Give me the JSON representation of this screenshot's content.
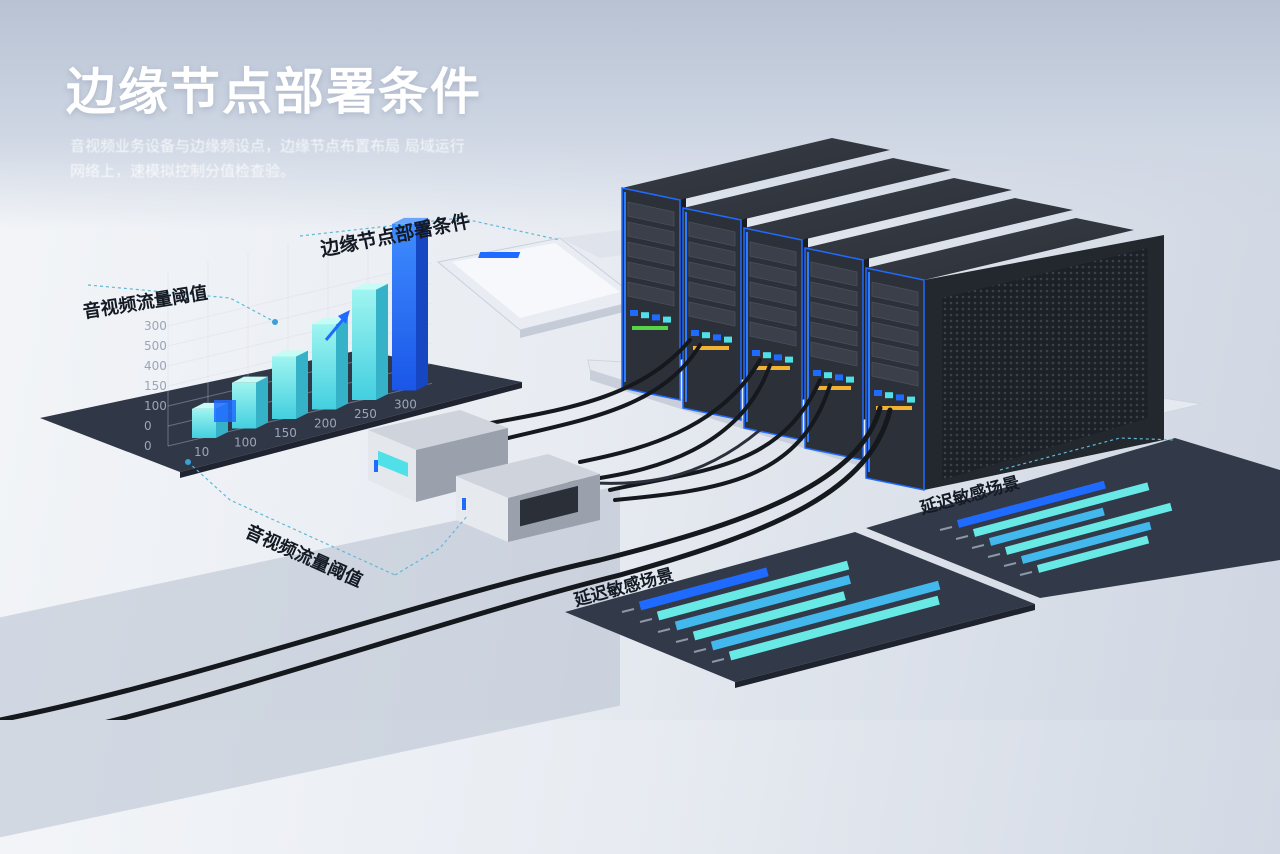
{
  "page": {
    "title": "边缘节点部署条件",
    "subtitle": "音视频业务设备与边缘频设点，边缘节点布置布局 局域运行网络上，速模拟控制分值检查验。"
  },
  "labels": {
    "deploy_condition": "边缘节点部署条件",
    "av_threshold_top": "音视频流量阈值",
    "av_threshold_bottom": "音视频流量阈值",
    "latency_scene_front": "延迟敏感场景",
    "latency_scene_back": "延迟敏感场景"
  },
  "colors": {
    "accent_blue": "#1f6bff",
    "accent_cyan": "#4fe0e8",
    "panel_dark": "#333a49",
    "server_dark": "#22262d"
  },
  "icons": {
    "trend_arrow": "arrow-up-right-icon"
  },
  "chart_data": [
    {
      "type": "bar",
      "categories": [
        "10",
        "100",
        "150",
        "200",
        "250",
        "300"
      ],
      "values": [
        70,
        110,
        150,
        205,
        265,
        400
      ],
      "yticks": [
        "0",
        "0",
        "100",
        "150",
        "400",
        "500",
        "300"
      ],
      "ylim": [
        0,
        420
      ],
      "grid": true,
      "title": "",
      "xlabel": "",
      "ylabel": ""
    },
    {
      "type": "bar",
      "orientation": "horizontal",
      "values": [
        0.55,
        0.82,
        0.75,
        0.65,
        0.98,
        0.9
      ],
      "grid": true,
      "title": "",
      "xlabel": "",
      "ylabel": ""
    },
    {
      "type": "bar",
      "orientation": "horizontal",
      "values": [
        0.8,
        0.95,
        0.62,
        0.9,
        0.7,
        0.6
      ],
      "grid": true,
      "title": "",
      "xlabel": "",
      "ylabel": ""
    }
  ]
}
